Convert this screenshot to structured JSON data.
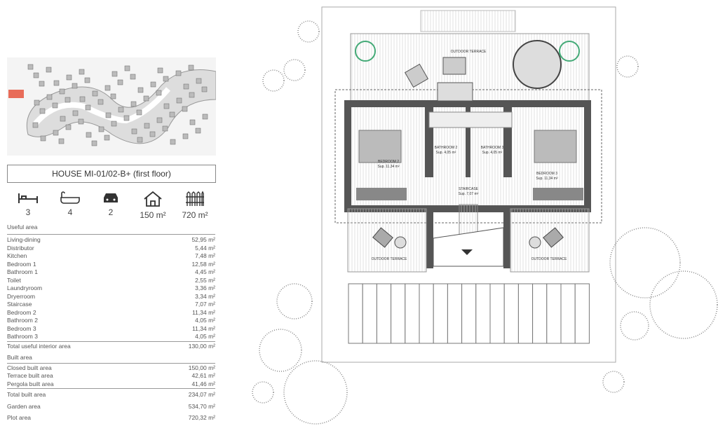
{
  "title": "HOUSE MI-01/02-B+ (first floor)",
  "highlight_color": "#e5533d",
  "features": [
    {
      "icon": "bed-icon",
      "value": "3"
    },
    {
      "icon": "bathtub-icon",
      "value": "4"
    },
    {
      "icon": "car-icon",
      "value": "2"
    },
    {
      "icon": "house-icon",
      "value": "150 m²"
    },
    {
      "icon": "fence-icon",
      "value": "720 m²"
    }
  ],
  "useful_area_label": "Useful area",
  "useful_rows": [
    {
      "name": "Living-dining",
      "value": "52,95 m²"
    },
    {
      "name": "Distributor",
      "value": "5,44 m²"
    },
    {
      "name": "Kitchen",
      "value": "7,48 m²"
    },
    {
      "name": "Bedroom 1",
      "value": "12,58 m²"
    },
    {
      "name": "Bathroom 1",
      "value": "4,45 m²"
    },
    {
      "name": "Toilet",
      "value": "2,55 m²"
    },
    {
      "name": "Laundryroom",
      "value": "3,36 m²"
    },
    {
      "name": "Dryerroom",
      "value": "3,34 m²"
    },
    {
      "name": "Staircase",
      "value": "7,07 m²"
    },
    {
      "name": "Bedroom 2",
      "value": "11,34 m²"
    },
    {
      "name": "Bathroom 2",
      "value": "4,05 m²"
    },
    {
      "name": "Bedroom 3",
      "value": "11,34 m²"
    },
    {
      "name": "Bathroom 3",
      "value": "4,05 m²"
    }
  ],
  "total_useful": {
    "name": "Total useful interior area",
    "value": "130,00 m²"
  },
  "built_area_label": "Built area",
  "built_rows": [
    {
      "name": "Closed built area",
      "value": "150,00 m²"
    },
    {
      "name": "Terrace built area",
      "value": "42,61 m²"
    },
    {
      "name": "Pergola built area",
      "value": "41,46 m²"
    }
  ],
  "total_built": {
    "name": "Total built area",
    "value": "234,07 m²"
  },
  "garden": {
    "name": "Garden area",
    "value": "534,70 m²"
  },
  "plot": {
    "name": "Plot area",
    "value": "720,32 m²"
  },
  "plan": {
    "terrace_top": "OUTDOOR TERRACE",
    "terrace_left": "OUTDOOR TERRACE",
    "terrace_right": "OUTDOOR TERRACE",
    "bedroom2": "BEDROOM 2",
    "bedroom2_area": "Sup. 11,34 m²",
    "bathroom2": "BATHROOM 2",
    "bathroom2_area": "Sup. 4,05 m²",
    "bathroom3": "BATHROOM 3",
    "bathroom3_area": "Sup. 4,05 m²",
    "bedroom3": "BEDROOM 3",
    "bedroom3_area": "Sup. 11,34 m²",
    "staircase": "STAIRCASE",
    "staircase_area": "Sup. 7,07 m²"
  }
}
